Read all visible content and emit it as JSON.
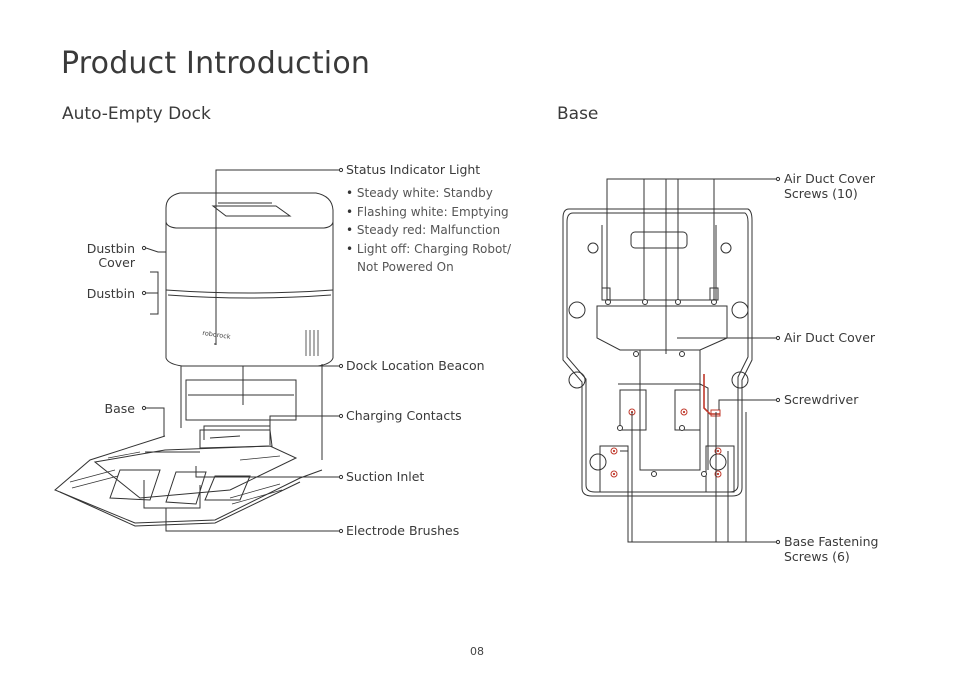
{
  "page": {
    "title": "Product Introduction",
    "page_number": "08"
  },
  "dock": {
    "heading": "Auto-Empty Dock",
    "labels": {
      "status_light": "Status Indicator Light",
      "dustbin_cover_line1": "Dustbin",
      "dustbin_cover_line2": "Cover",
      "dustbin": "Dustbin",
      "base": "Base",
      "dock_beacon": "Dock Location Beacon",
      "charging_contacts": "Charging Contacts",
      "suction_inlet": "Suction Inlet",
      "electrode_brushes": "Electrode Brushes"
    },
    "status_states": [
      {
        "bullet": "•",
        "text": "Steady white: Standby"
      },
      {
        "bullet": "•",
        "text": "Flashing white: Emptying"
      },
      {
        "bullet": "•",
        "text": "Steady red: Malfunction"
      },
      {
        "bullet": "•",
        "text": "Light off: Charging Robot/"
      }
    ],
    "status_states_cont": "Not Powered On",
    "logo_text": "roborock"
  },
  "base": {
    "heading": "Base",
    "labels": {
      "air_duct_screws_line1": "Air Duct Cover",
      "air_duct_screws_line2": "Screws (10)",
      "air_duct_cover": "Air Duct Cover",
      "screwdriver": "Screwdriver",
      "fastening_line1": "Base Fastening",
      "fastening_line2": "Screws (6)"
    }
  },
  "colors": {
    "line": "#333333",
    "accent_red": "#c0392b"
  }
}
